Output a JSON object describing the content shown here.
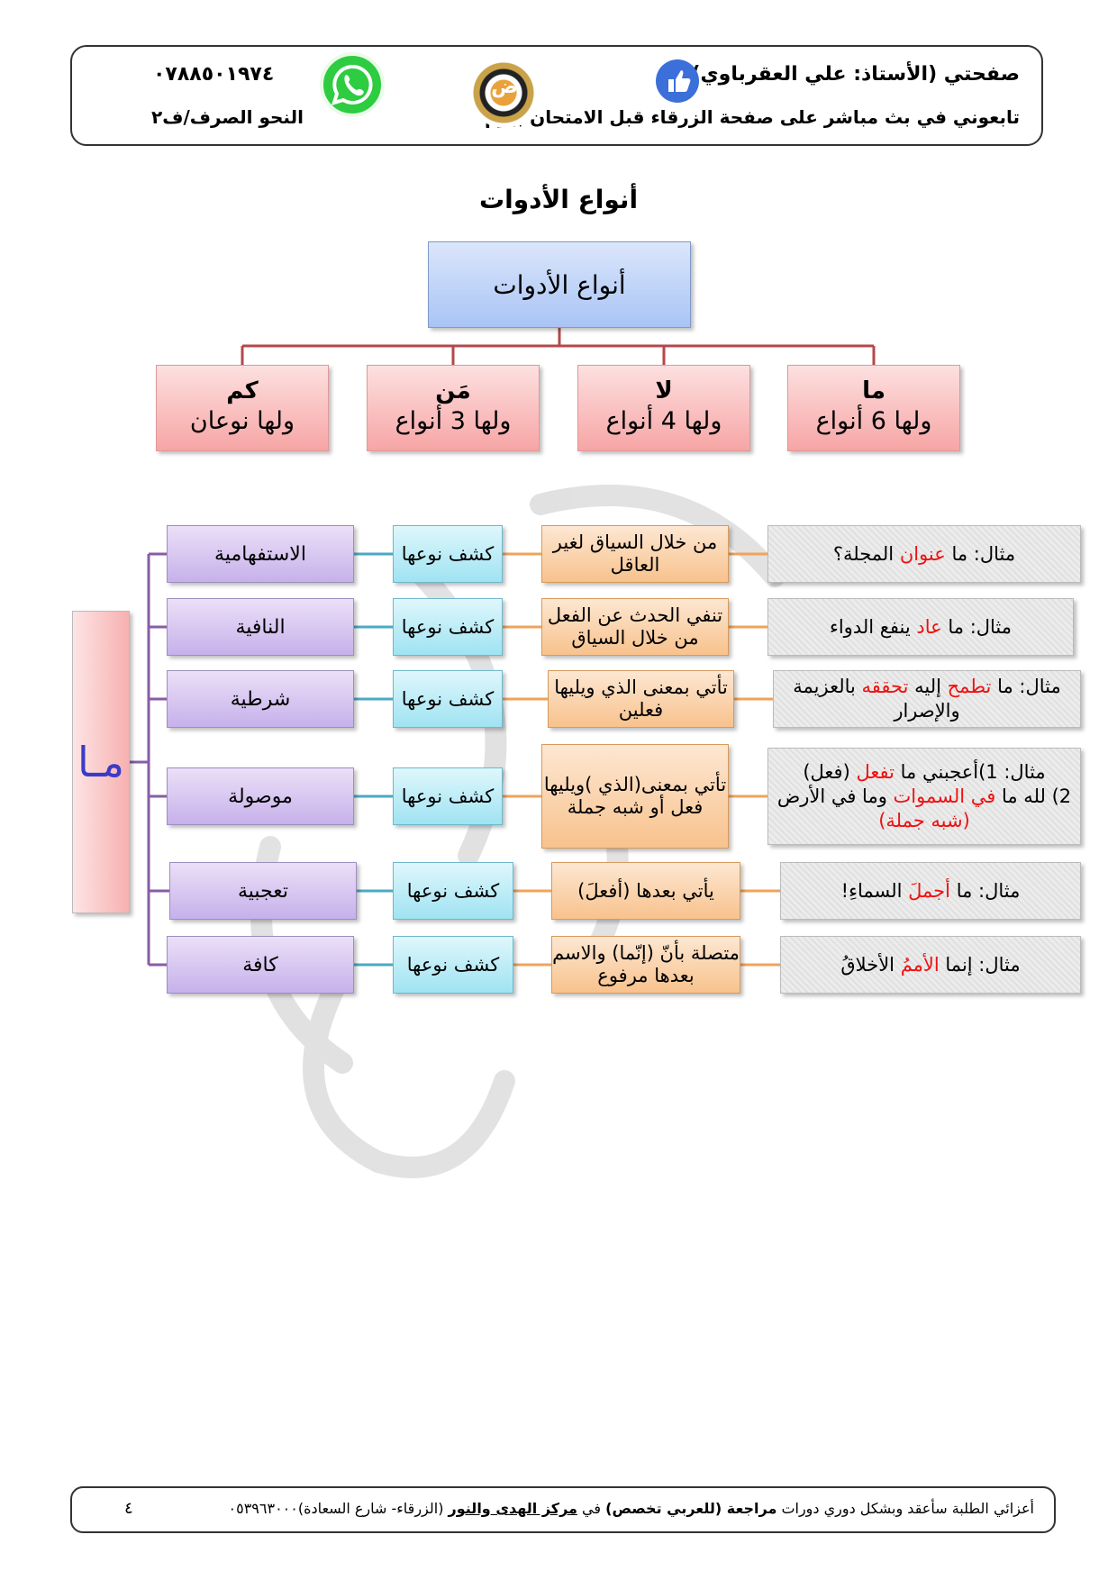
{
  "header": {
    "page_label": "صفحتي (الأستاذ: علي العقرباوي)",
    "live_text": "تابعوني في بث مباشر على صفحة الزرقاء قبل الامتحان بيوم",
    "phone": "٠٧٨٨٥٠١٩٧٤",
    "subject": "النحو الصرف/ف٢",
    "seal_letter": "ض"
  },
  "title": "أنواع الأدوات",
  "root": "أنواع الأدوات",
  "tools": [
    {
      "name": "ما",
      "count": "ولها 6 أنواع"
    },
    {
      "name": "لا",
      "count": "ولها 4 أنواع"
    },
    {
      "name": "مَن",
      "count": "ولها 3 أنواع"
    },
    {
      "name": "كم",
      "count": "ولها نوعان"
    }
  ],
  "side_label": "مـا",
  "rows": [
    {
      "use": "الاستفهامية",
      "reveal": "كشف نوعها",
      "desc": "من خلال السياق لغير العاقل",
      "example": [
        {
          "t": "مثال: ما "
        },
        {
          "t": "عنوان",
          "c": "hl"
        },
        {
          "t": " المجلة؟"
        }
      ]
    },
    {
      "use": "النافية",
      "reveal": "كشف نوعها",
      "desc": "تنفي الحدث عن الفعل من خلال السياق",
      "example": [
        {
          "t": "مثال: ما "
        },
        {
          "t": "عاد",
          "c": "hl"
        },
        {
          "t": " ينفع الدواء"
        }
      ]
    },
    {
      "use": "شرطية",
      "reveal": "كشف نوعها",
      "desc": "تأتي بمعنى الذي ويليها فعلين",
      "example": [
        {
          "t": "مثال: ما "
        },
        {
          "t": "تطمح",
          "c": "hl"
        },
        {
          "t": " إليه "
        },
        {
          "t": "تحققه",
          "c": "hl"
        },
        {
          "t": " بالعزيمة والإصرار"
        }
      ]
    },
    {
      "use": "موصولة",
      "reveal": "كشف نوعها",
      "desc": "تأتي بمعنى(الذي )ويليها فعل أو شبه جملة",
      "example": [
        {
          "t": "مثال: 1)أعجبني ما "
        },
        {
          "t": "تفعل",
          "c": "hl"
        },
        {
          "t": " (فعل)",
          "c": "blk-end"
        },
        {
          "t": "2) لله ما "
        },
        {
          "t": "في السموات",
          "c": "hl"
        },
        {
          "t": " وما في الأرض "
        },
        {
          "t": "(شبه جملة)",
          "c": "hl"
        }
      ]
    },
    {
      "use": "تعجبية",
      "reveal": "كشف نوعها",
      "desc": "يأتي بعدها (أفعلَ)",
      "example": [
        {
          "t": "مثال: ما "
        },
        {
          "t": "أجملَ",
          "c": "hl"
        },
        {
          "t": " السماءِ!"
        }
      ]
    },
    {
      "use": "كافة",
      "reveal": "كشف نوعها",
      "desc": "متصلة بأنّ (إنّما) والاسم بعدها مرفوع",
      "example": [
        {
          "t": "مثال:  إنما "
        },
        {
          "t": "الأممُ",
          "c": "hl"
        },
        {
          "t": " الأخلاقُ"
        }
      ]
    }
  ],
  "footer": {
    "pre": "أعزائي الطلبة سأعقد وبشكل دوري دورات ",
    "b1": "مراجعة (للعربي تخصص)",
    "mid": " في ",
    "b2": "مركز الهدى والنور",
    "post": " (الزرقاء- شارع السعادة)٠٥٣٩٦٣٠٠٠",
    "page": "٤"
  },
  "colors": {
    "tree_line": "#b5484a",
    "branch_line": "#8a5ba6",
    "reveal_line": "#4aaac2",
    "desc_line": "#f0a35a",
    "highlight": "#e11111"
  }
}
